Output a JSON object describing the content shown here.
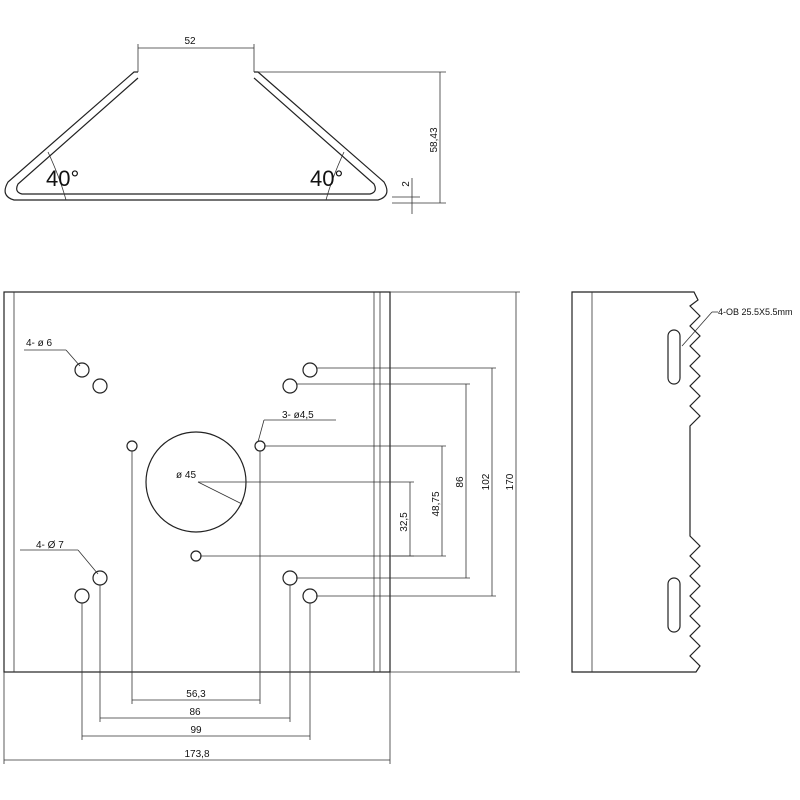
{
  "top_view": {
    "width_label": "52",
    "height_label": "58,43",
    "thickness_label": "2",
    "angle_left": "40°",
    "angle_right": "40°"
  },
  "front_view": {
    "label_holes_6": "4- ø 6",
    "label_holes_45": "3- ø4,5",
    "label_center_hole": "ø 45",
    "label_holes_7": "4- Ø 7",
    "dim_32_5": "32,5",
    "dim_48_75": "48,75",
    "dim_86_v": "86",
    "dim_102": "102",
    "dim_170": "170",
    "dim_56_3": "56,3",
    "dim_86_h": "86",
    "dim_99": "99",
    "dim_173_8": "173,8"
  },
  "side_view": {
    "slot_label": "4-OB 25.5X5.5mm"
  }
}
